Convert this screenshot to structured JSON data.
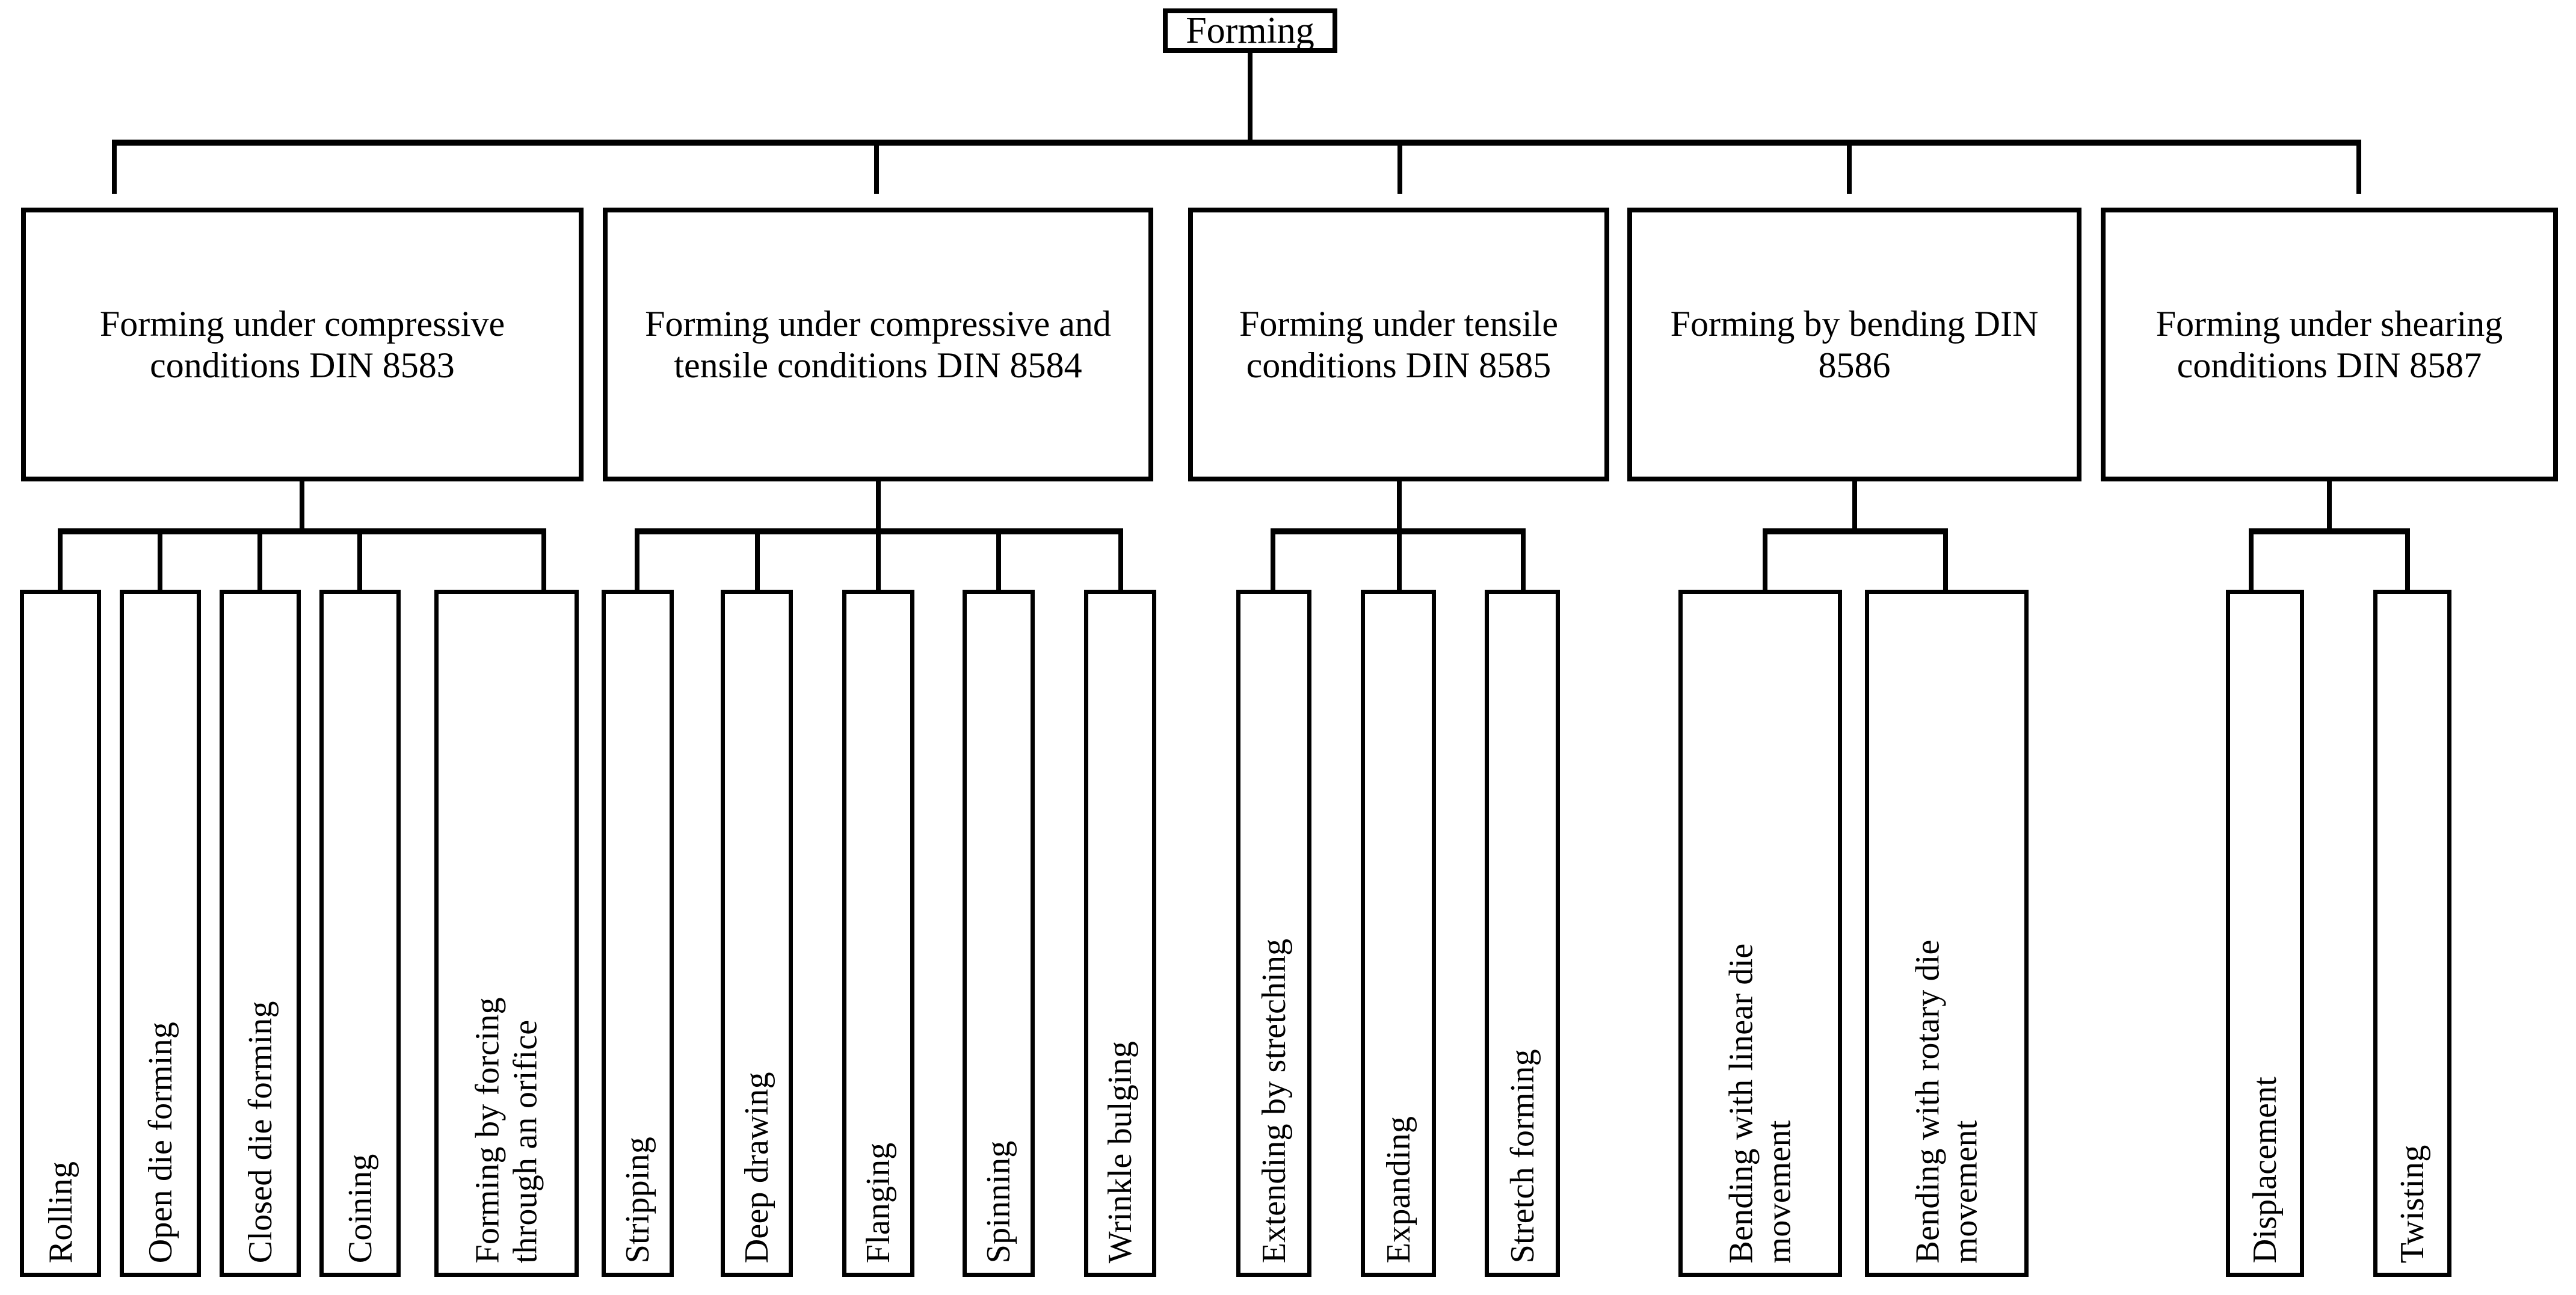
{
  "diagram": {
    "title": "Forming",
    "root": {
      "label": "Forming"
    },
    "categories": [
      {
        "id": "din8583",
        "label": "Forming under compressive conditions DIN 8583"
      },
      {
        "id": "din8584",
        "label": "Forming under compressive and tensile conditions DIN 8584"
      },
      {
        "id": "din8585",
        "label": "Forming under tensile conditions DIN 8585"
      },
      {
        "id": "din8586",
        "label": "Forming by bending DIN 8586"
      },
      {
        "id": "din8587",
        "label": "Forming under shearing conditions DIN 8587"
      }
    ],
    "leaves": {
      "din8583": [
        {
          "label": "Rolling"
        },
        {
          "label": "Open die forming"
        },
        {
          "label": "Closed die forming"
        },
        {
          "label": "Coining"
        },
        {
          "label": "Forming by forcing\nthrough an orifice"
        }
      ],
      "din8584": [
        {
          "label": "Stripping"
        },
        {
          "label": "Deep drawing"
        },
        {
          "label": "Flanging"
        },
        {
          "label": "Spinning"
        },
        {
          "label": "Wrinkle bulging"
        }
      ],
      "din8585": [
        {
          "label": "Extending by stretching"
        },
        {
          "label": "Expanding"
        },
        {
          "label": "Stretch forming"
        }
      ],
      "din8586": [
        {
          "label": "Bending with linear die\nmovement"
        },
        {
          "label": "Bending with rotary die\nmovement"
        }
      ],
      "din8587": [
        {
          "label": "Displacement"
        },
        {
          "label": "Twisting"
        }
      ]
    },
    "colors": {
      "stroke": "#000000",
      "fill": "#ffffff",
      "text": "#000000"
    }
  }
}
